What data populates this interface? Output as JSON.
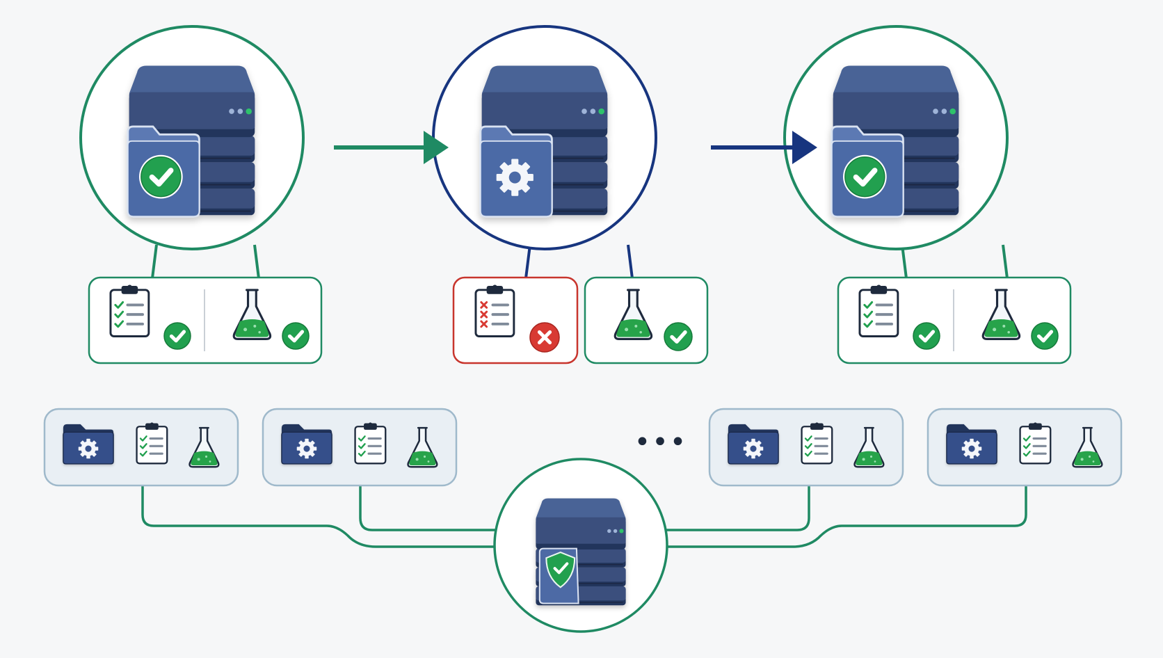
{
  "colors": {
    "background": "#f6f7f8",
    "ok": "#1f8a63",
    "active": "#17357f",
    "error": "#c8352d",
    "server": "#3a4f7d",
    "server_dark": "#23355c",
    "check_green": "#21a04f",
    "liquid": "#27a34a",
    "tray": "#e9eff4",
    "tray_border": "#9fb9cb",
    "text": "#1e2a3d"
  },
  "pipeline": {
    "stages": [
      {
        "state": "ok",
        "server_icon": "folder-check-icon",
        "checks": [
          {
            "icon": "checklist-icon",
            "status": "pass"
          },
          {
            "icon": "flask-icon",
            "status": "pass"
          }
        ]
      },
      {
        "state": "active",
        "server_icon": "folder-gear-icon",
        "checks": [
          {
            "icon": "checklist-icon",
            "status": "fail"
          },
          {
            "icon": "flask-icon",
            "status": "pass"
          }
        ]
      },
      {
        "state": "ok",
        "server_icon": "folder-check-icon",
        "checks": [
          {
            "icon": "checklist-icon",
            "status": "pass"
          },
          {
            "icon": "flask-icon",
            "status": "pass"
          }
        ]
      }
    ],
    "connectors": [
      "arrow-right-icon",
      "arrow-right-icon"
    ]
  },
  "pool": {
    "ellipsis": "•••",
    "hub_icon": "server-shield-icon",
    "trays": [
      {
        "icons": [
          "folder-gear-icon",
          "checklist-icon",
          "flask-icon"
        ]
      },
      {
        "icons": [
          "folder-gear-icon",
          "checklist-icon",
          "flask-icon"
        ]
      },
      {
        "icons": [
          "folder-gear-icon",
          "checklist-icon",
          "flask-icon"
        ]
      },
      {
        "icons": [
          "folder-gear-icon",
          "checklist-icon",
          "flask-icon"
        ]
      }
    ]
  }
}
